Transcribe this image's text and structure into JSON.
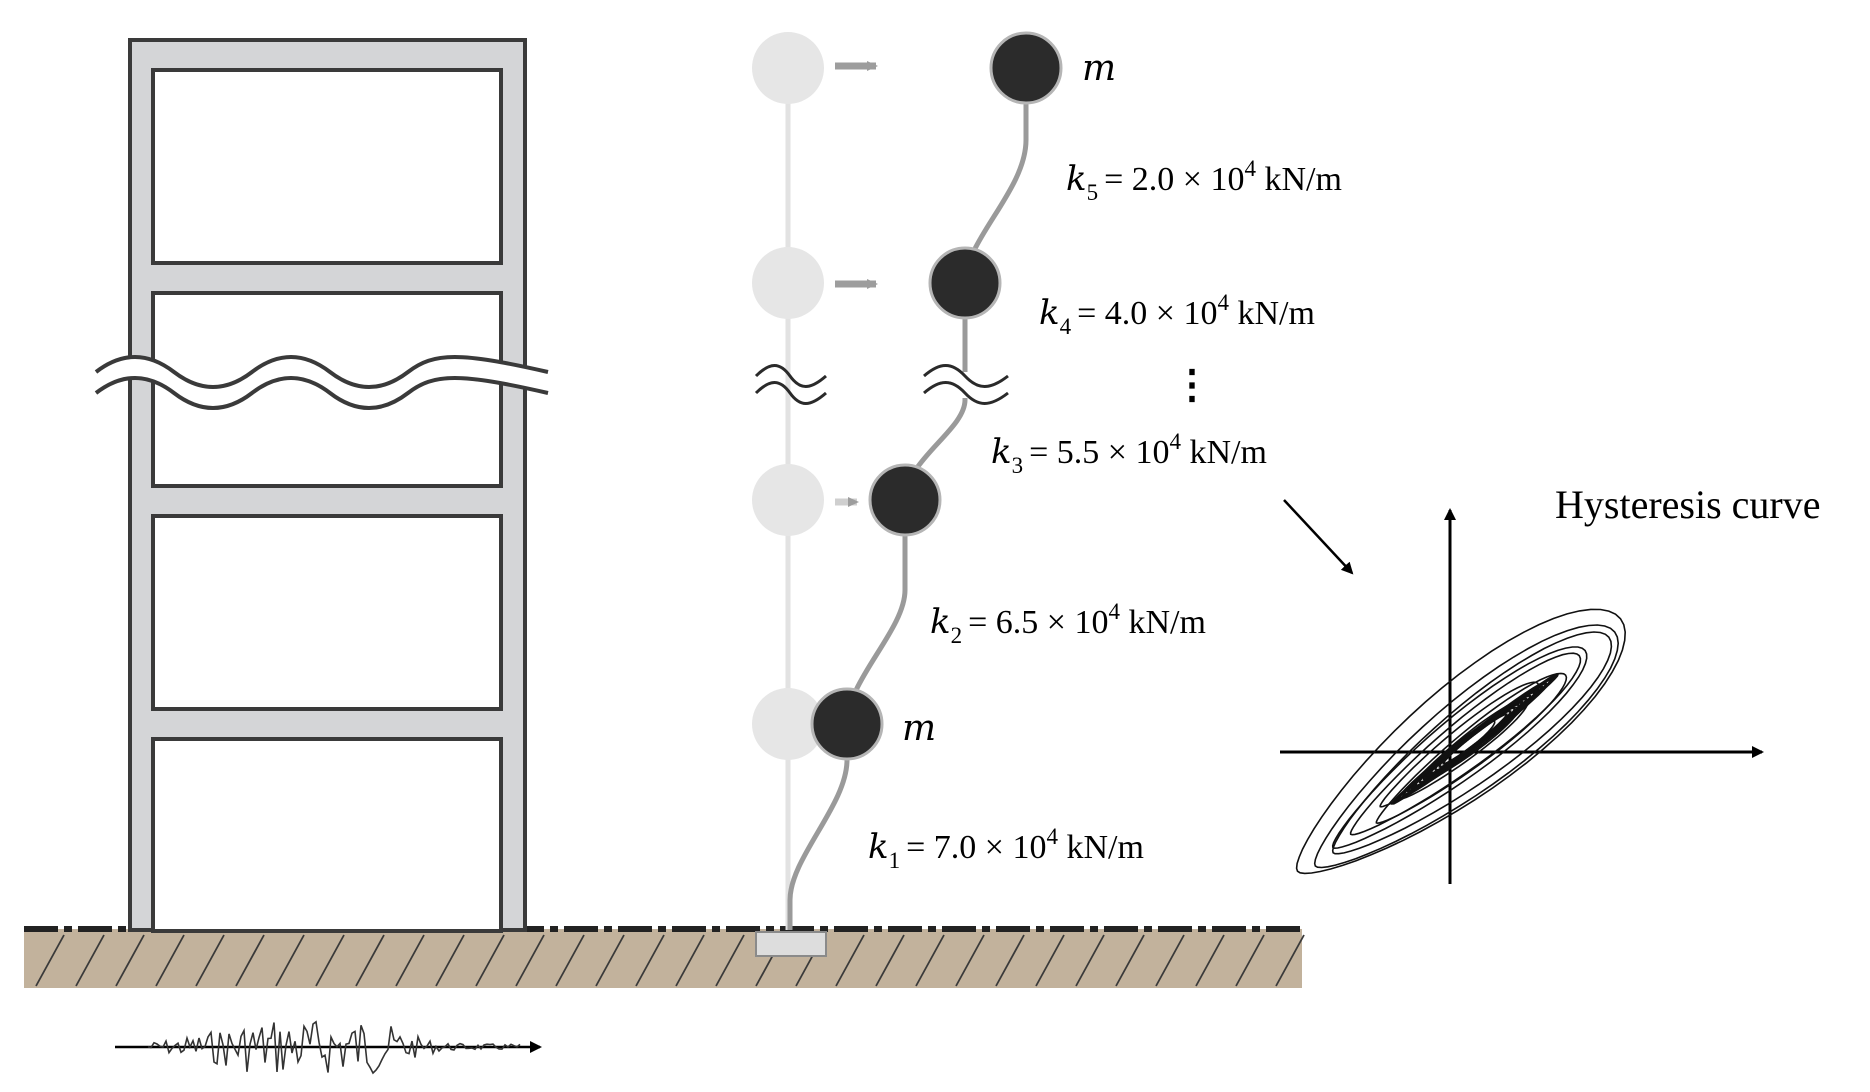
{
  "labels": {
    "mass_top": "m",
    "mass_bottom": "m",
    "ellipsis": "⋮",
    "hysteresis_title": "Hysteresis curve"
  },
  "springs": [
    {
      "sym": "k",
      "sub": "5",
      "eq": "= 2.0 × 10",
      "exp": "4",
      "unit": " kN/m"
    },
    {
      "sym": "k",
      "sub": "4",
      "eq": "= 4.0 × 10",
      "exp": "4",
      "unit": " kN/m"
    },
    {
      "sym": "k",
      "sub": "3",
      "eq": "= 5.5 × 10",
      "exp": "4",
      "unit": " kN/m"
    },
    {
      "sym": "k",
      "sub": "2",
      "eq": "= 6.5 × 10",
      "exp": "4",
      "unit": " kN/m"
    },
    {
      "sym": "k",
      "sub": "1",
      "eq": "= 7.0 × 10",
      "exp": "4",
      "unit": " kN/m"
    }
  ],
  "colors": {
    "frame_fill": "#d4d5d7",
    "frame_stroke": "#3a3a3a",
    "ground": "#c2b29c",
    "mass_fill": "#2b2b2b",
    "ghost_mass": "#e6e6e6",
    "column_line": "#9a9a9a"
  }
}
